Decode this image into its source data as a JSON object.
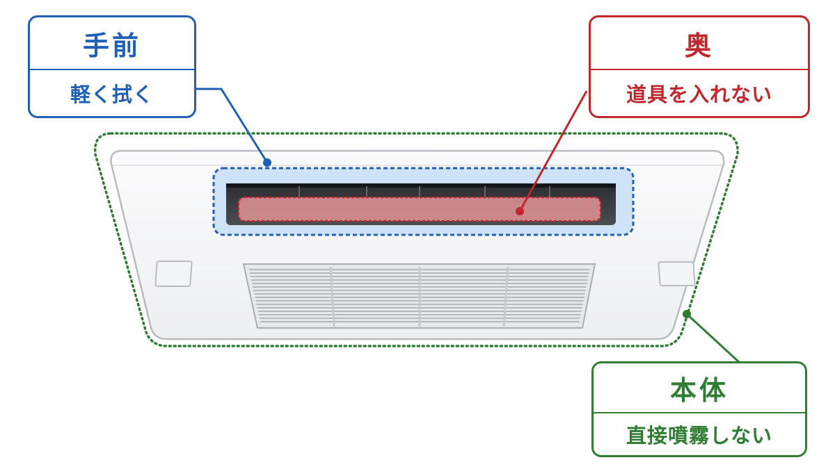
{
  "colors": {
    "front": "#1f5fb5",
    "back": "#c0272d",
    "body": "#2e7d32"
  },
  "callouts": {
    "front": {
      "title": "手前",
      "description": "軽く拭く"
    },
    "back": {
      "title": "奥",
      "description": "道具を入れない"
    },
    "body": {
      "title": "本体",
      "description": "直接噴霧しない"
    }
  },
  "icons": {
    "device": "ceiling-ventilation-unit-icon",
    "buttons": "panel-button-icon",
    "grille": "intake-grille-icon"
  }
}
